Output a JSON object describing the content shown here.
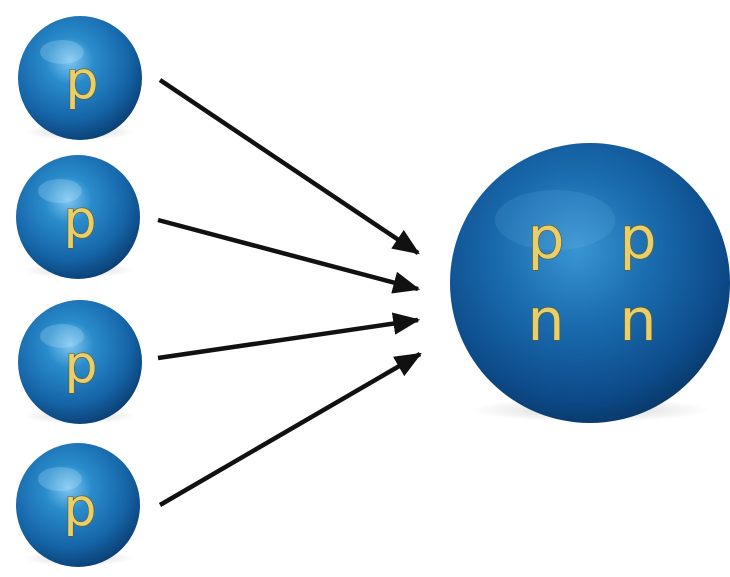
{
  "diagram": {
    "protons": [
      {
        "label": "p"
      },
      {
        "label": "p"
      },
      {
        "label": "p"
      },
      {
        "label": "p"
      }
    ],
    "nucleus": {
      "labels": [
        {
          "label": "p"
        },
        {
          "label": "p"
        },
        {
          "label": "n"
        },
        {
          "label": "n"
        }
      ]
    },
    "colors": {
      "sphere": "#1f74b8",
      "sphere_dark": "#0a3c70",
      "sphere_highlight": "#7fc7f0",
      "letter": "#e7cf6e",
      "arrow": "#111111"
    }
  }
}
